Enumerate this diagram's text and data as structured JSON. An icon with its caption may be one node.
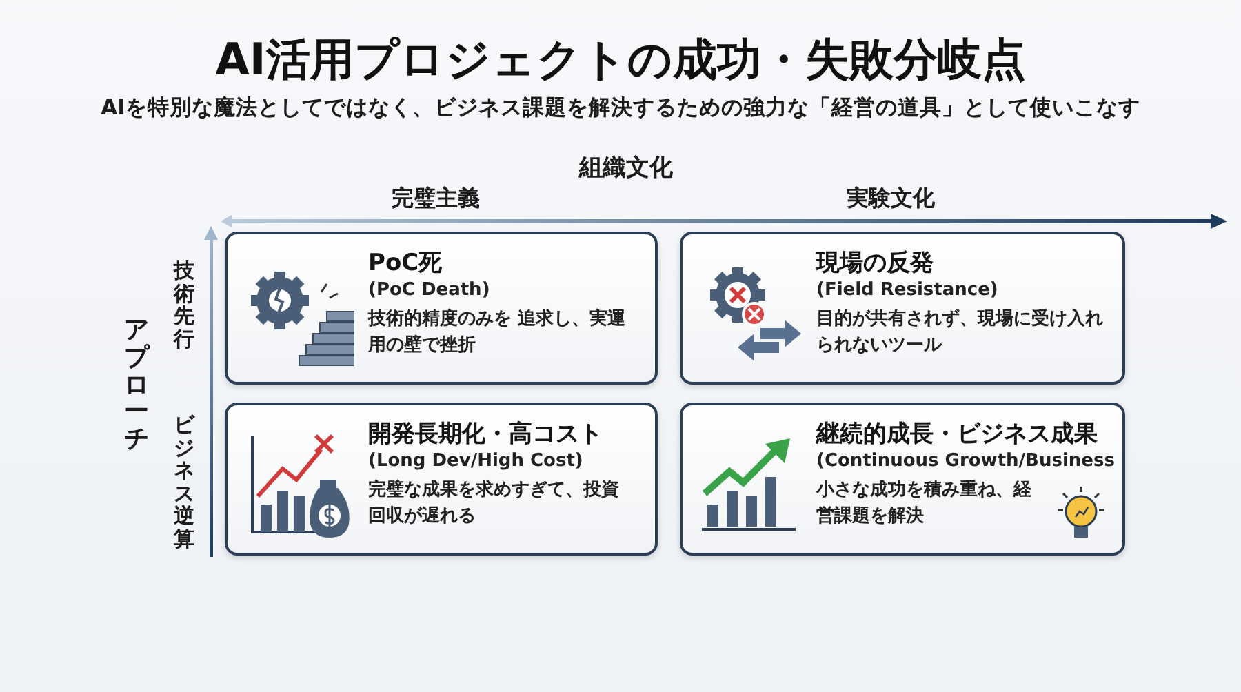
{
  "diagram": {
    "title": "AI活用プロジェクトの成功・失敗分岐点",
    "nodes": [
      {
        "text": [
          "PoC死",
          "(PoC Death)",
          "技術的精度のみを 追求し、実運用の壁で挫折"
        ]
      },
      {
        "text": [
          "現場の反発",
          "(Field Resistance)",
          "目的が共有されず、現場に受け入れられないツール"
        ]
      },
      {
        "text": [
          "開発長期化・高コスト",
          "(Long Dev/High Cost)",
          "完璧な成果を求めすぎて、投資回収が遅れる"
        ]
      },
      {
        "text": [
          "継続的成長・ビジネス成果",
          "(Continuous Growth/Business",
          "小さな成功を積み重ね、経営課題を解決"
        ]
      }
    ],
    "labels": [
      "AIを特別な魔法としてではなく、ビジネス課題を解決するための強力な「経営の道具」として使いこなす",
      "組織文化",
      "完璧主義",
      "実験文化",
      "アプローチ",
      "技術先行",
      "ビジネス逆算"
    ]
  }
}
